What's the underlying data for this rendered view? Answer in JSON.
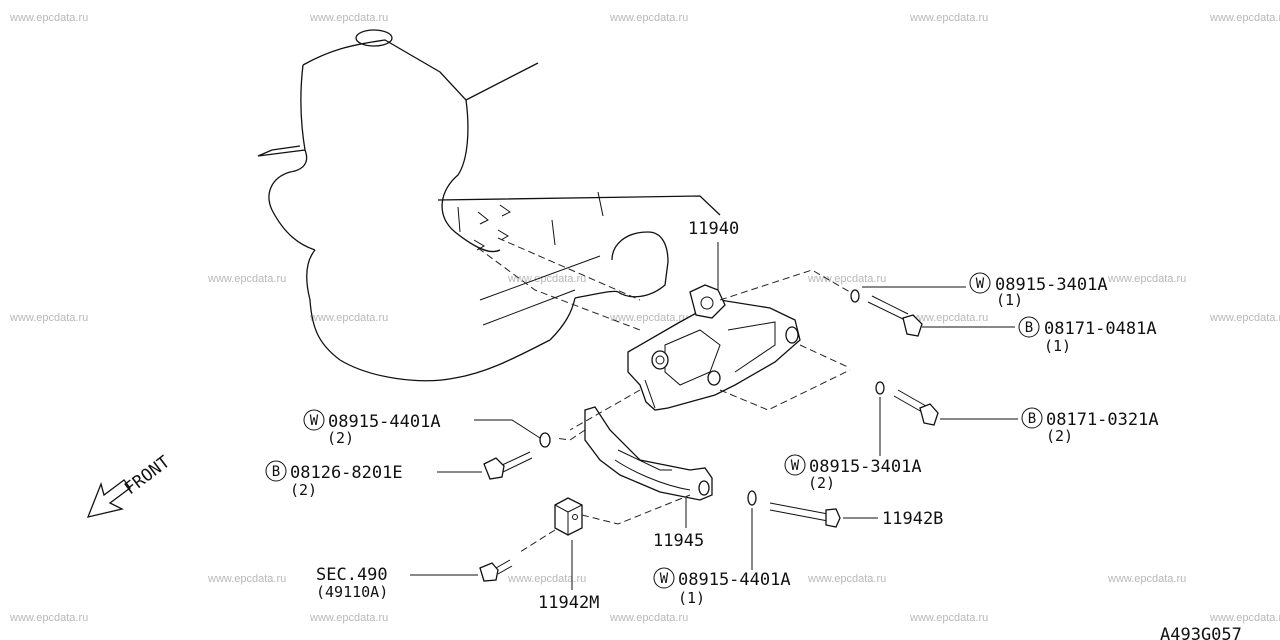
{
  "watermark": "www.epcdata.ru",
  "diagram_code": "A493G057",
  "front_label": "FRONT",
  "callouts": {
    "bracket": {
      "part": "11940"
    },
    "washer_top": {
      "prefix": "W",
      "part": "08915-3401A",
      "qty": "(1)"
    },
    "bolt_top": {
      "prefix": "B",
      "part": "08171-0481A",
      "qty": "(1)"
    },
    "bolt_right": {
      "prefix": "B",
      "part": "08171-0321A",
      "qty": "(2)"
    },
    "washer_right": {
      "prefix": "W",
      "part": "08915-3401A",
      "qty": "(2)"
    },
    "washer_left": {
      "prefix": "W",
      "part": "08915-4401A",
      "qty": "(2)"
    },
    "bolt_left": {
      "prefix": "B",
      "part": "08126-8201E",
      "qty": "(2)"
    },
    "bolt_b": {
      "part": "11942B"
    },
    "stay": {
      "part": "11945"
    },
    "washer_bottom": {
      "prefix": "W",
      "part": "08915-4401A",
      "qty": "(1)"
    },
    "section": {
      "part": "SEC.490",
      "ref": "(49110A)"
    },
    "spacer": {
      "part": "11942M"
    }
  }
}
